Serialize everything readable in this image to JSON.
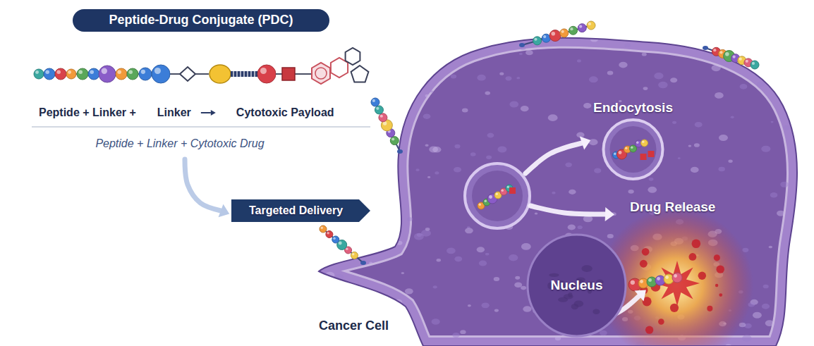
{
  "diagram": {
    "title": "Peptide-Drug Conjugate (PDC)",
    "nodes": [
      {
        "text": [
          "Targeted Delivery"
        ]
      },
      {
        "text": [
          "Cancer Cell"
        ]
      },
      {
        "text": [
          "Endocytosis"
        ],
        "in": 1
      },
      {
        "text": [
          "Nucleus"
        ],
        "in": 1
      }
    ],
    "labels": [
      "Peptide + Linker +",
      "Linker",
      "Cytotoxic Payload",
      "Peptide + Linker + Cytotoxic Drug",
      "Drug Release"
    ]
  }
}
